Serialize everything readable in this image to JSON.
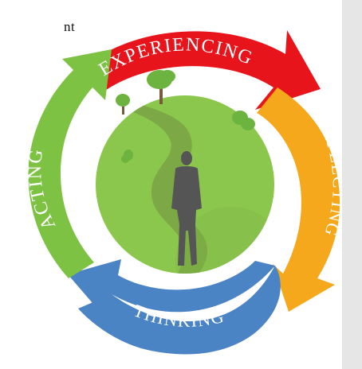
{
  "edge_text": "nt",
  "stages": [
    {
      "label": "EXPERIENCING",
      "color": "#e8141b"
    },
    {
      "label": "REFLECTING",
      "color": "#f6a81c"
    },
    {
      "label": "THINKING",
      "color": "#4a84c5"
    },
    {
      "label": "ACTING",
      "color": "#7ec243"
    }
  ],
  "colors": {
    "globe": "#8cc74d",
    "path": "#6f8f3f",
    "figure": "#555555",
    "tree_canopy": "#6db33f",
    "tree_trunk": "#7a5a3a",
    "side_panel": "#e6e6e6"
  }
}
